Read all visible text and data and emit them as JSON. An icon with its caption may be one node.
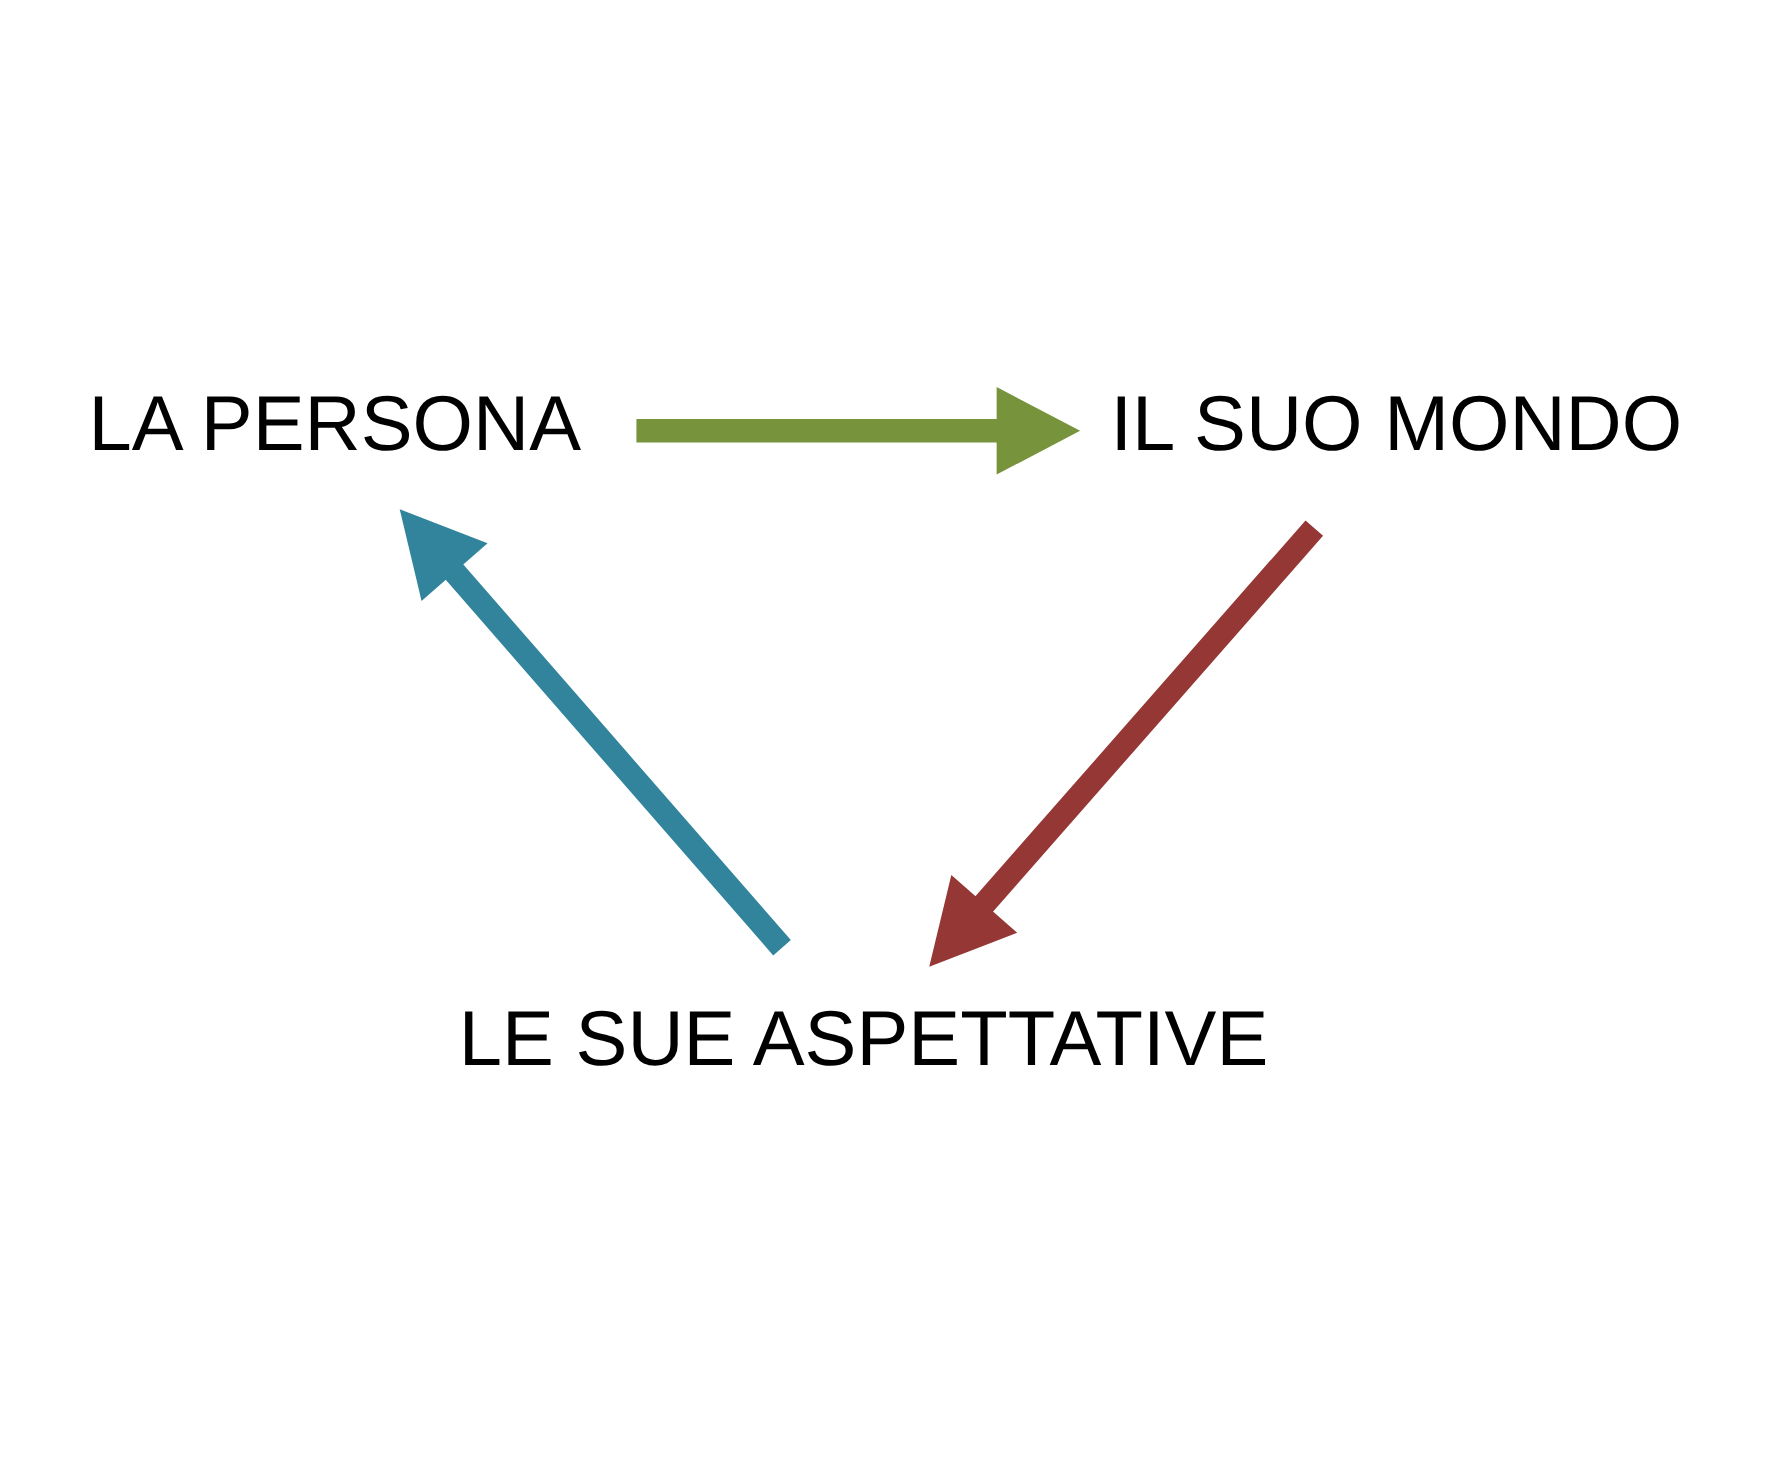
{
  "diagram": {
    "nodes": [
      {
        "text": [
          "LA PERSONA"
        ]
      },
      {
        "text": [
          "IL SUO MONDO"
        ]
      },
      {
        "text": [
          "LE SUE ASPETTATIVE"
        ]
      }
    ],
    "edges": [
      {
        "from": 0,
        "to": 1,
        "arrow": "to",
        "color": "#77933c"
      },
      {
        "from": 1,
        "to": 2,
        "arrow": "to",
        "color": "#953735"
      },
      {
        "from": 2,
        "to": 0,
        "arrow": "to",
        "color": "#31849b"
      }
    ]
  }
}
